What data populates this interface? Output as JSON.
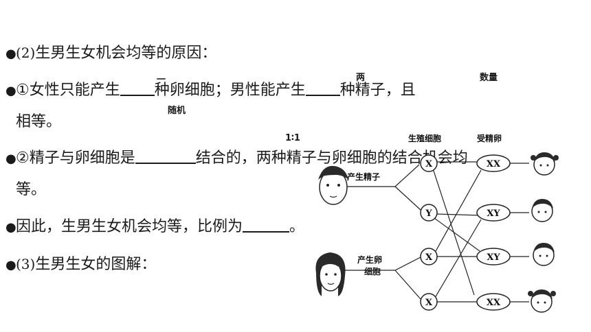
{
  "text": {
    "line1": {
      "bullet": "●",
      "prefix": "(2)",
      "body": "生男生女机会均等的原因："
    },
    "line2": {
      "bullet": "●",
      "a": "①女性只能产生",
      "b": "种卵细胞；男性能产生",
      "c": "种精子，且"
    },
    "line2_cont": "相等。",
    "line3": {
      "bullet": "●",
      "a": "②精子与卵细胞是",
      "b": "结合的，两种精子与卵细胞的结合机会均"
    },
    "line3_cont": "等。",
    "line4": {
      "bullet": "●",
      "a": "因此，生男生女机会均等，比例为",
      "b": "。"
    },
    "line5": {
      "bullet": "●",
      "prefix": "(3)",
      "body": "生男生女的图解："
    }
  },
  "answers": {
    "one": "一",
    "two": "两",
    "quantity": "数量",
    "random": "随机",
    "ratio": "1∶1"
  },
  "diagram": {
    "header_germ": "生殖细胞",
    "header_zygote": "受精卵",
    "label_sperm": "产生精子",
    "label_egg_1": "产生卵",
    "label_egg_2": "细胞",
    "sperm_cells": [
      "X",
      "Y"
    ],
    "egg_cells": [
      "X",
      "X"
    ],
    "zygotes": [
      "XX",
      "XY",
      "XY",
      "XX"
    ]
  }
}
